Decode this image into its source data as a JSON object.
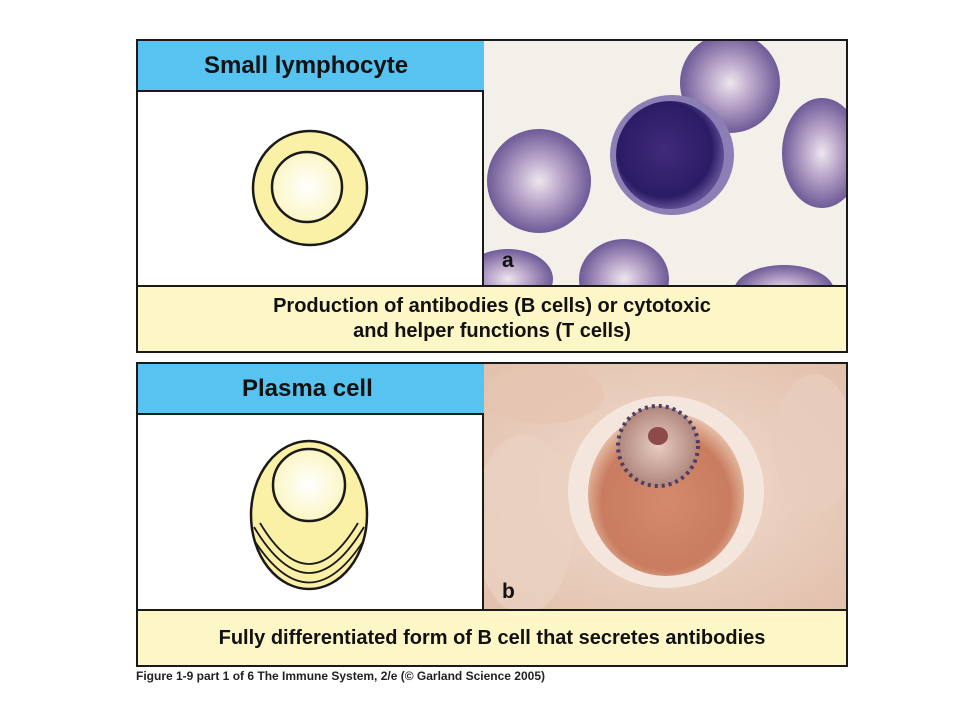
{
  "panels": [
    {
      "title": "Small lymphocyte",
      "label": "a",
      "caption": "Production of antibodies (B cells) or cytotoxic\nand helper functions (T cells)"
    },
    {
      "title": "Plasma cell",
      "label": "b",
      "caption": "Fully differentiated form of B cell that secretes antibodies"
    }
  ],
  "figure_credit": "Figure 1-9 part 1 of 6  The Immune System, 2/e (© Garland Science 2005)",
  "colors": {
    "header_blue": "#56c3f0",
    "caption_yellow": "#fdf7c7",
    "cell_yellow": "#fbf1a6"
  }
}
